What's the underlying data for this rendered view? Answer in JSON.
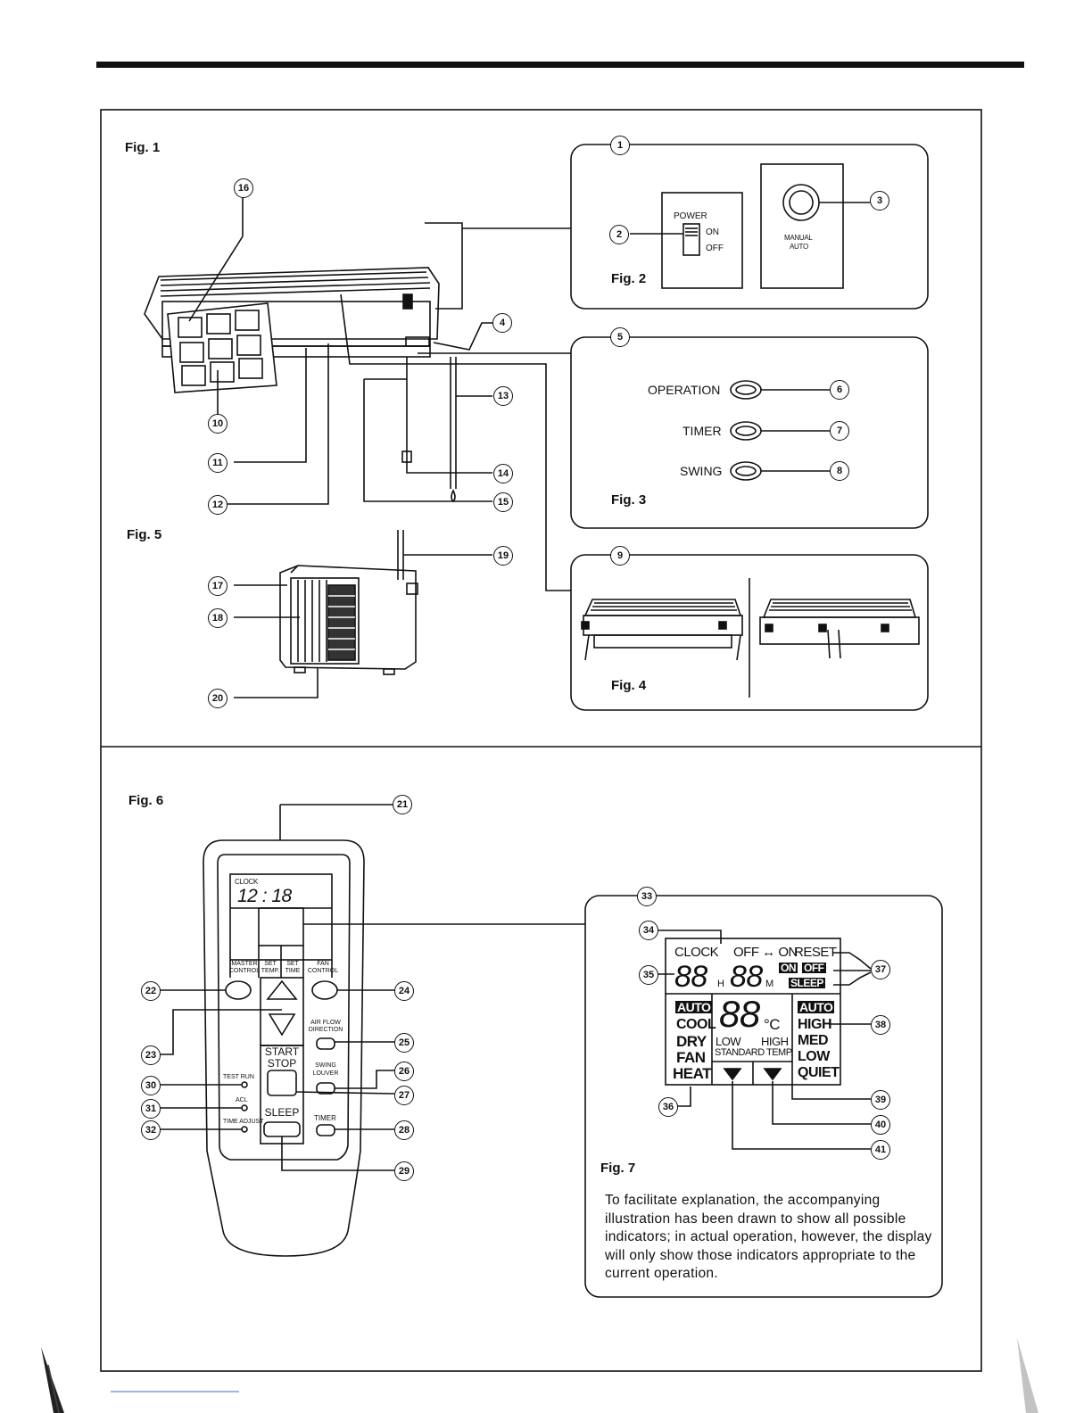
{
  "figures": {
    "fig1": "Fig. 1",
    "fig2": "Fig. 2",
    "fig3": "Fig. 3",
    "fig4": "Fig. 4",
    "fig5": "Fig. 5",
    "fig6": "Fig. 6",
    "fig7": "Fig. 7"
  },
  "fig2": {
    "power": "POWER",
    "on": "ON",
    "off": "OFF",
    "manual": "MANUAL",
    "auto": "AUTO"
  },
  "fig3": {
    "operation": "OPERATION",
    "timer": "TIMER",
    "swing": "SWING"
  },
  "remote": {
    "clock": "CLOCK",
    "time": "12 : 18",
    "master_control": [
      "MASTER",
      "CONTROL"
    ],
    "set_temp": [
      "SET",
      "TEMP."
    ],
    "set_time": [
      "SET",
      "TIME"
    ],
    "fan_control": [
      "FAN",
      "CONTROL"
    ],
    "air_flow": [
      "AIR FLOW",
      "DIRECTION"
    ],
    "start": "START",
    "stop": "STOP",
    "swing_louver": [
      "SWING",
      "LOUVER"
    ],
    "test_run": "TEST RUN",
    "acl": "ACL",
    "time_adjust": "TIME ADJUST",
    "sleep": "SLEEP",
    "timer": "TIMER"
  },
  "lcd": {
    "clock": "CLOCK",
    "off_on": "OFF ↔ ON",
    "reset": "RESET",
    "digits_hm": "88",
    "h": "H",
    "m": "M",
    "on": "ON",
    "off": "OFF",
    "sleep": "SLEEP",
    "modes": [
      "AUTO",
      "COOL",
      "DRY",
      "FAN",
      "HEAT"
    ],
    "temp_digits": "88",
    "deg": "°C",
    "low": "LOW",
    "high": "HIGH",
    "standard": "STANDARD",
    "temp": "TEMP.",
    "fan": [
      "AUTO",
      "HIGH",
      "MED",
      "LOW",
      "QUIET"
    ]
  },
  "callouts": {
    "n1": "1",
    "n2": "2",
    "n3": "3",
    "n4": "4",
    "n5": "5",
    "n6": "6",
    "n7": "7",
    "n8": "8",
    "n9": "9",
    "n10": "10",
    "n11": "11",
    "n12": "12",
    "n13": "13",
    "n14": "14",
    "n15": "15",
    "n16": "16",
    "n17": "17",
    "n18": "18",
    "n19": "19",
    "n20": "20",
    "n21": "21",
    "n22": "22",
    "n23": "23",
    "n24": "24",
    "n25": "25",
    "n26": "26",
    "n27": "27",
    "n28": "28",
    "n29": "29",
    "n30": "30",
    "n31": "31",
    "n32": "32",
    "n33": "33",
    "n34": "34",
    "n35": "35",
    "n36": "36",
    "n37": "37",
    "n38": "38",
    "n39": "39",
    "n40": "40",
    "n41": "41"
  },
  "note": "To facilitate explanation, the accompanying illustration has been drawn to show all possible indicators; in actual operation, however, the display will only show those indicators appropriate to the current operation."
}
